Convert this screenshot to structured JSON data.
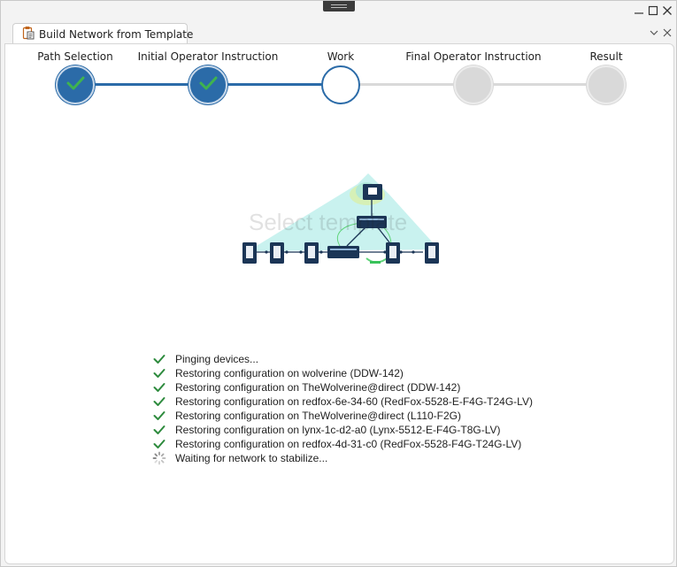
{
  "window": {
    "tab_title": "Build Network from Template",
    "tab_icon": "clipboard-document-icon",
    "controls": [
      "minimize-icon",
      "maximize-icon",
      "close-icon"
    ],
    "tab_controls": [
      "chevron-down-icon",
      "close-icon"
    ]
  },
  "wizard": {
    "steps": [
      {
        "label": "Path Selection",
        "state": "done"
      },
      {
        "label": "Initial Operator Instruction",
        "state": "done"
      },
      {
        "label": "Work",
        "state": "current"
      },
      {
        "label": "Final Operator Instruction",
        "state": "pending"
      },
      {
        "label": "Result",
        "state": "pending"
      }
    ],
    "colors": {
      "accent": "#2b6ba8",
      "pending": "#d9d9d9",
      "success": "#2e8b3e"
    }
  },
  "diagram": {
    "placeholder": "Select template",
    "icon": "network-topology-icon"
  },
  "log": {
    "items": [
      {
        "text": "Pinging devices...",
        "status": "done"
      },
      {
        "text": "Restoring configuration on wolverine (DDW-142)",
        "status": "done"
      },
      {
        "text": "Restoring configuration on TheWolverine@direct (DDW-142)",
        "status": "done"
      },
      {
        "text": "Restoring configuration on redfox-6e-34-60 (RedFox-5528-E-F4G-T24G-LV)",
        "status": "done"
      },
      {
        "text": "Restoring configuration on TheWolverine@direct (L110-F2G)",
        "status": "done"
      },
      {
        "text": "Restoring configuration on lynx-1c-d2-a0 (Lynx-5512-E-F4G-T8G-LV)",
        "status": "done"
      },
      {
        "text": "Restoring configuration on redfox-4d-31-c0 (RedFox-5528-F4G-T24G-LV)",
        "status": "done"
      },
      {
        "text": "Waiting for network to stabilize...",
        "status": "in-progress"
      }
    ]
  }
}
